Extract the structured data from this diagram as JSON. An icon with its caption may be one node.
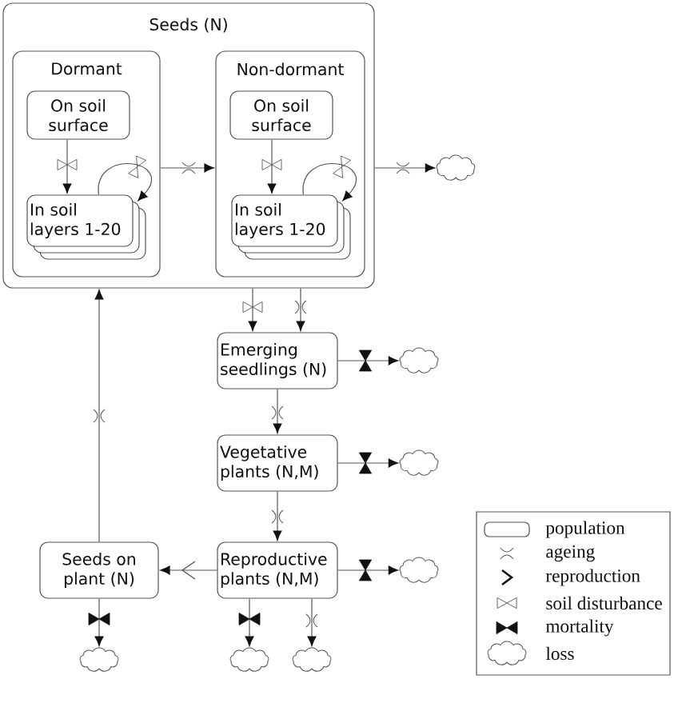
{
  "diagram": {
    "nodes": [
      {
        "text": [
          "Seeds (N)"
        ]
      },
      {
        "text": [
          "Dormant"
        ],
        "in": 0
      },
      {
        "text": [
          "On soil surface"
        ],
        "in": 1
      },
      {
        "text": [
          "In soil layers 1-20"
        ],
        "in": 1
      },
      {
        "text": [
          "Non-dormant"
        ],
        "in": 0
      },
      {
        "text": [
          "On soil surface"
        ],
        "in": 4
      },
      {
        "text": [
          "In soil layers 1-20"
        ],
        "in": 4
      },
      {
        "text": [],
        "shape": "cloud"
      },
      {
        "text": [
          "Emerging seedlings (N)"
        ]
      },
      {
        "text": [],
        "shape": "cloud"
      },
      {
        "text": [
          "Vegetative plants (N,M)"
        ]
      },
      {
        "text": [],
        "shape": "cloud"
      },
      {
        "text": [
          "Seeds on plant (N)"
        ]
      },
      {
        "text": [
          "Reproductive plants (N,M)"
        ]
      },
      {
        "text": [],
        "shape": "cloud"
      },
      {
        "text": [],
        "shape": "cloud"
      },
      {
        "text": [],
        "shape": "cloud"
      },
      {
        "text": [],
        "shape": "cloud"
      }
    ],
    "edges": [
      {
        "from": 2,
        "to": 3,
        "arrow": "to"
      },
      {
        "from": 3,
        "to": 3,
        "arrow": "to"
      },
      {
        "from": 1,
        "to": 4,
        "arrow": "to"
      },
      {
        "from": 5,
        "to": 6,
        "arrow": "to"
      },
      {
        "from": 6,
        "to": 6,
        "arrow": "to"
      },
      {
        "from": 0,
        "to": 7,
        "arrow": "to"
      },
      {
        "from": 0,
        "to": 8,
        "arrow": "to"
      },
      {
        "from": 0,
        "to": 8,
        "arrow": "to"
      },
      {
        "from": 8,
        "to": 9,
        "arrow": "to"
      },
      {
        "from": 8,
        "to": 10,
        "arrow": "to"
      },
      {
        "from": 10,
        "to": 11,
        "arrow": "to"
      },
      {
        "from": 10,
        "to": 13,
        "arrow": "to"
      },
      {
        "from": 13,
        "to": 14,
        "arrow": "to"
      },
      {
        "from": 13,
        "to": 12,
        "arrow": "to"
      },
      {
        "from": 13,
        "to": 16,
        "arrow": "to"
      },
      {
        "from": 13,
        "to": 17,
        "arrow": "to"
      },
      {
        "from": 12,
        "to": 15,
        "arrow": "to"
      },
      {
        "from": 12,
        "to": 0,
        "arrow": "to"
      }
    ],
    "legend": [
      {
        "text": "population"
      },
      {
        "text": "ageing"
      },
      {
        "text": "reproduction"
      },
      {
        "text": "soil disturbance"
      },
      {
        "text": "mortality"
      },
      {
        "text": "loss"
      }
    ]
  }
}
